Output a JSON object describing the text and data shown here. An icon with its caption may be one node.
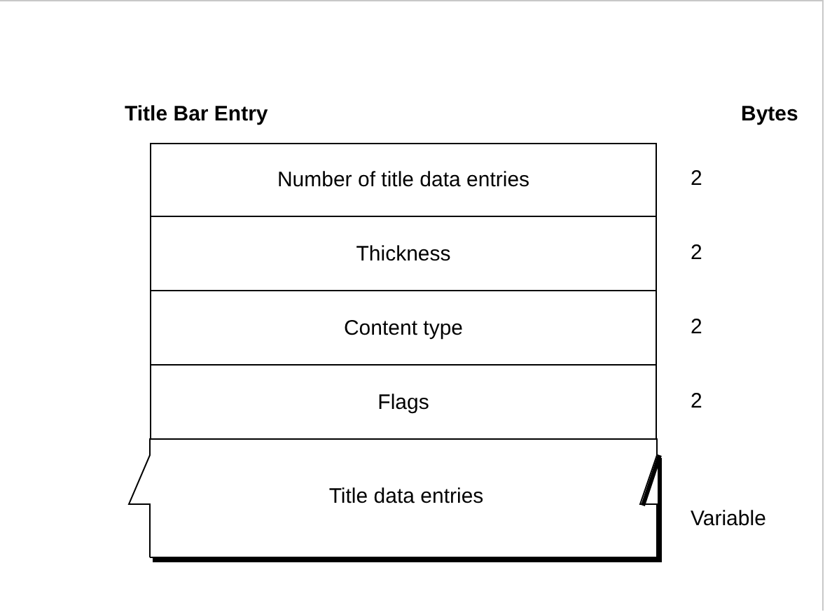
{
  "diagram": {
    "title": "Title Bar Entry",
    "nodes": [
      {
        "text": [
          "Number of title data entries"
        ],
        "beside": [
          "2"
        ]
      },
      {
        "text": [
          "Thickness"
        ],
        "beside": [
          "2"
        ]
      },
      {
        "text": [
          "Content type"
        ],
        "beside": [
          "2"
        ]
      },
      {
        "text": [
          "Flags"
        ],
        "beside": [
          "2"
        ]
      },
      {
        "text": [
          "Title data entries"
        ],
        "beside": [
          "Variable"
        ]
      }
    ],
    "edges": [],
    "labels": [
      "Bytes"
    ]
  }
}
